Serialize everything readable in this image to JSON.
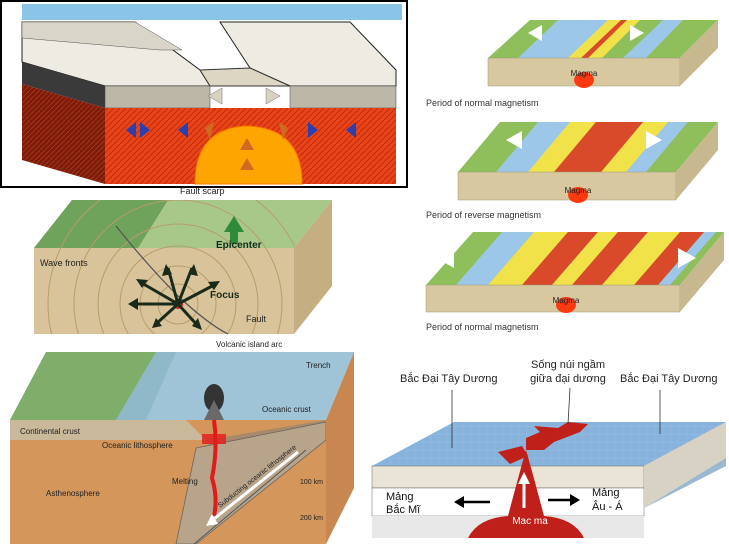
{
  "panels": {
    "rift": {},
    "magnetism": {
      "labels": [
        "Period of normal magnetism",
        "Period of reverse magnetism",
        "Period of normal magnetism"
      ],
      "magma": "Magma"
    },
    "earthquake": {
      "fault_scarp": "Fault scarp",
      "epicenter": "Epicenter",
      "wave_fronts": "Wave fronts",
      "focus": "Focus",
      "fault": "Fault"
    },
    "subduction": {
      "volcanic_arc": "Volcanic island arc",
      "trench": "Trench",
      "oceanic_crust": "Oceanic crust",
      "continental_crust": "Continental crust",
      "oceanic_lithosphere": "Oceanic lithosphere",
      "melting": "Melting",
      "asthenosphere": "Asthenosphere",
      "subducting": "Subducting oceanic lithosphere",
      "depth_100": "100 km",
      "depth_200": "200 km"
    },
    "ridge": {
      "atlantic_left": "Bắc Đại Tây Dương",
      "atlantic_right": "Bắc Đại Tây Dương",
      "ridge_line1": "Sống núi ngầm",
      "ridge_line2": "giữa đại dương",
      "plate_left_1": "Mảng",
      "plate_left_2": "Bắc Mĩ",
      "plate_right_1": "Mảng",
      "plate_right_2": "Âu - Á",
      "magma": "Mac ma"
    }
  },
  "colors": {
    "mantle": "#e8441a",
    "magma": "#ff9a00",
    "sea": "#7fb3e0",
    "land": "#8fbf5a",
    "crust": "#e9e4d6"
  }
}
